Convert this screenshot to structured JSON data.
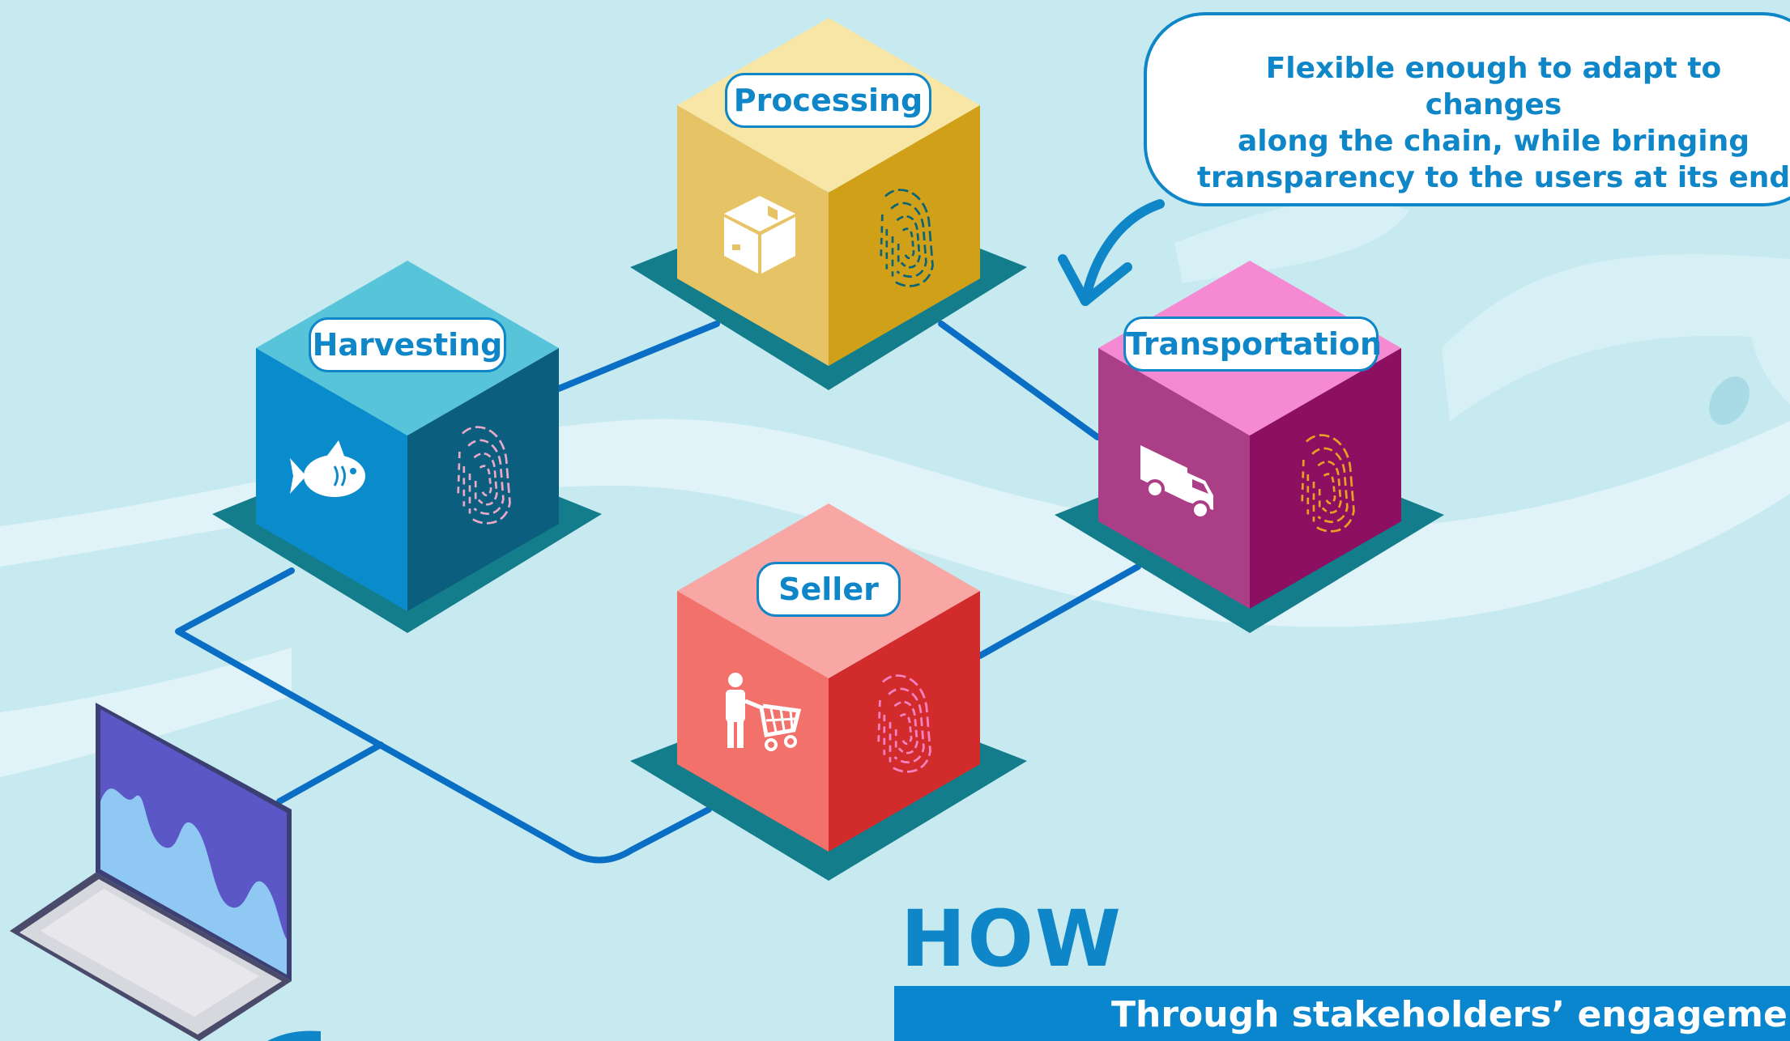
{
  "stages": {
    "processing": "Processing",
    "harvesting": "Harvesting",
    "transportation": "Transportation",
    "seller": "Seller"
  },
  "callout": {
    "line1": "Flexible enough to adapt to changes",
    "line2": "along the chain, while bringing",
    "line3": "transparency to the users at its end"
  },
  "how": {
    "heading": "HOW",
    "banner": "Through stakeholders’ engagement"
  },
  "icons": {
    "harvesting": "fish-icon",
    "processing": "package-box-icon",
    "transportation": "truck-icon",
    "seller": "shopper-cart-icon",
    "blockchain": "fingerprint-icon"
  },
  "colors": {
    "background": "#c6eaf0",
    "accent": "#0e86c8",
    "platform": "#137d8c",
    "harvesting": "#0a8bcb",
    "processing": "#e6c466",
    "transportation": "#aa3f87",
    "seller": "#f2716a"
  }
}
